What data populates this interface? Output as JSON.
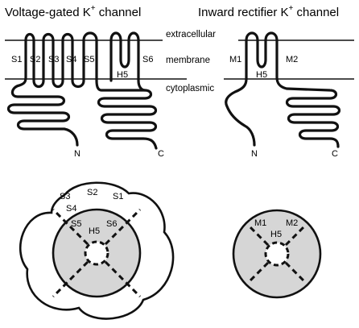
{
  "titles": {
    "left_main": "Voltage-gated  K",
    "left_sup": "+",
    "left_tail": " channel",
    "right_main": "Inward rectifier  K",
    "right_sup": "+",
    "right_tail": " channel"
  },
  "regions": {
    "extracellular": "extracellular",
    "membrane": "membrane",
    "cytoplasmic": "cytoplasmic"
  },
  "voltage_gated": {
    "segments": [
      "S1",
      "S2",
      "S3",
      "S4",
      "S5",
      "S6"
    ],
    "pore_loop": "H5",
    "n_terminus": "N",
    "c_terminus": "C"
  },
  "inward_rectifier": {
    "segments": [
      "M1",
      "M2"
    ],
    "pore_loop": "H5",
    "n_terminus": "N",
    "c_terminus": "C"
  },
  "top_view_voltage_gated": {
    "outer_labels": [
      "S3",
      "S2",
      "S1",
      "S4"
    ],
    "inner_labels": [
      "S5",
      "H5",
      "S6"
    ]
  },
  "top_view_inward_rectifier": {
    "labels": [
      "M1",
      "H5",
      "M2"
    ]
  }
}
